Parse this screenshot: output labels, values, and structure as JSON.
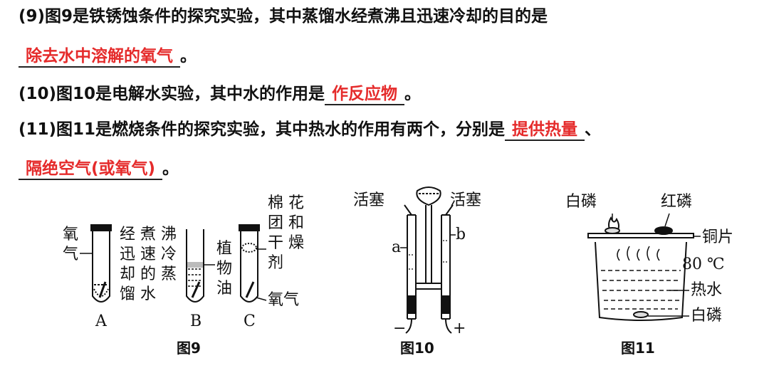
{
  "q9": {
    "text": "(9)图9是铁锈蚀条件的探究实验，其中蒸馏水经煮沸且迅速冷却的目的是",
    "answer": "除去水中溶解的氧气",
    "end": "。"
  },
  "q10": {
    "text": "(10)图10是电解水实验，其中水的作用是",
    "answer": "作反应物",
    "end": "。"
  },
  "q11": {
    "text": "(11)图11是燃烧条件的探究实验，其中热水的作用有两个，分别是",
    "answer1": "提供热量",
    "sep": "、",
    "answer2": "隔绝空气(或氧气)",
    "end": "。"
  },
  "fig9": {
    "caption": "图9",
    "tubeA": {
      "letter": "A",
      "label1": "氧",
      "label2": "气",
      "note": [
        "经",
        "煮",
        "沸",
        "迅",
        "速",
        "冷",
        "却",
        "的",
        "蒸",
        "馏",
        "水"
      ]
    },
    "tubeB": {
      "letter": "B",
      "label": [
        "植",
        "物",
        "油"
      ]
    },
    "tubeC": {
      "letter": "C",
      "label_top": [
        "棉",
        "花",
        "团",
        "和",
        "干",
        "燥",
        "剂"
      ],
      "label_bottom": "氧气"
    }
  },
  "fig10": {
    "caption": "图10",
    "stopcock_left": "活塞",
    "stopcock_right": "活塞",
    "tube_a": "a",
    "tube_b": "b",
    "neg": "−",
    "pos": "+"
  },
  "fig11": {
    "caption": "图11",
    "white_p_top": "白磷",
    "red_p": "红磷",
    "copper": "铜片",
    "temp": "80 ℃",
    "hot_water": "热水",
    "white_p_bottom": "白磷"
  },
  "colors": {
    "answer": "#e52b2b",
    "text": "#111111"
  }
}
